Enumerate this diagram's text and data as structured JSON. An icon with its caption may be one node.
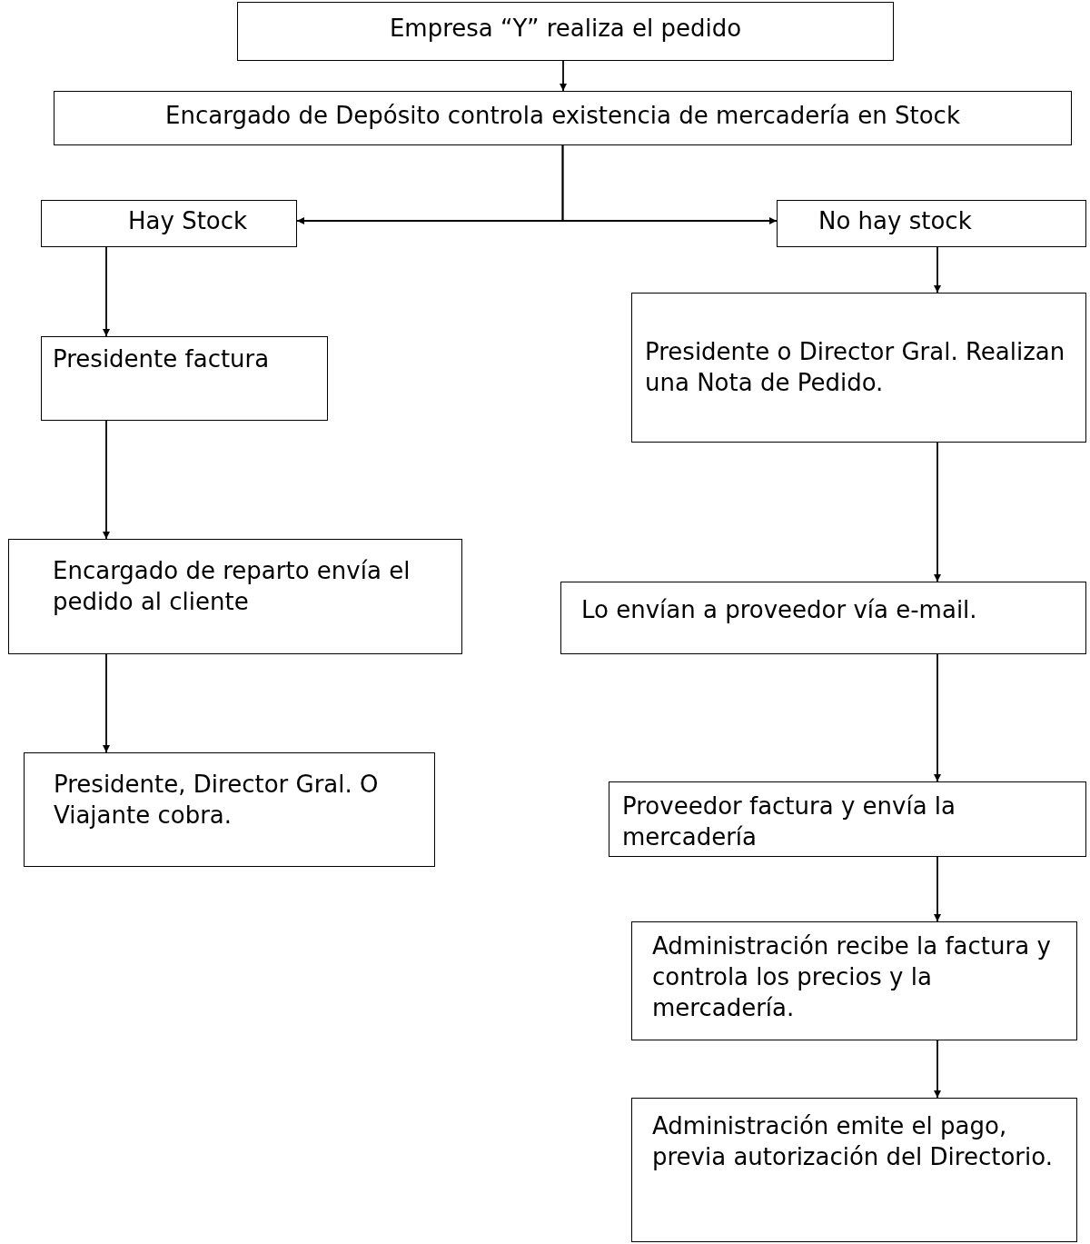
{
  "diagram": {
    "nodes": [
      {
        "text": [
          "Empresa “Y” realiza el pedido"
        ]
      },
      {
        "text": [
          "Encargado de Depósito controla existencia de mercadería en Stock"
        ]
      },
      {
        "text": [
          "Hay Stock"
        ]
      },
      {
        "text": [
          "No hay stock"
        ]
      },
      {
        "text": [
          "Presidente factura"
        ]
      },
      {
        "text": [
          "Presidente o Director Gral. Realizan una Nota de Pedido."
        ]
      },
      {
        "text": [
          "Encargado de reparto envía el pedido al cliente"
        ]
      },
      {
        "text": [
          "Lo envían a proveedor vía e-mail."
        ]
      },
      {
        "text": [
          "Presidente, Director Gral. O Viajante cobra."
        ]
      },
      {
        "text": [
          "Proveedor factura y envía la mercadería"
        ]
      },
      {
        "text": [
          "Administración recibe la factura y controla los precios y la mercadería."
        ]
      },
      {
        "text": [
          "Administración emite el pago, previa autorización del Directorio."
        ]
      }
    ],
    "edges": [
      {
        "from": 0,
        "to": 1,
        "arrow": "to"
      },
      {
        "from": 1,
        "to": 2,
        "arrow": "to"
      },
      {
        "from": 1,
        "to": 3,
        "arrow": "to"
      },
      {
        "from": 2,
        "to": 4,
        "arrow": "to"
      },
      {
        "from": 4,
        "to": 6,
        "arrow": "to"
      },
      {
        "from": 6,
        "to": 8,
        "arrow": "to"
      },
      {
        "from": 3,
        "to": 5,
        "arrow": "to"
      },
      {
        "from": 5,
        "to": 7,
        "arrow": "to"
      },
      {
        "from": 7,
        "to": 9,
        "arrow": "to"
      },
      {
        "from": 9,
        "to": 10,
        "arrow": "to"
      },
      {
        "from": 10,
        "to": 11,
        "arrow": "to"
      }
    ]
  }
}
